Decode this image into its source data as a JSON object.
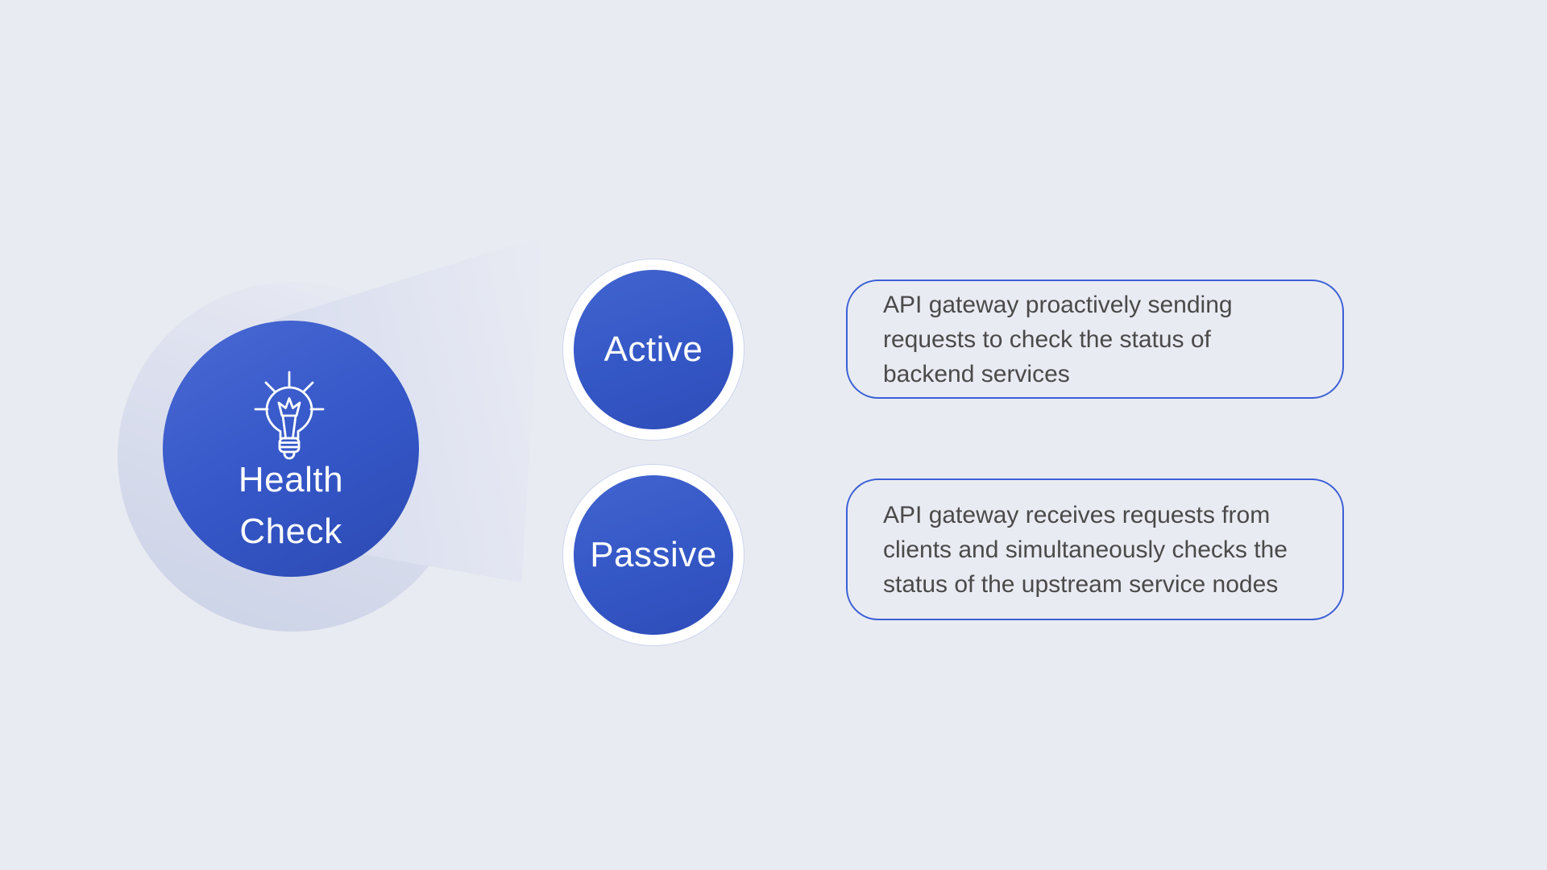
{
  "diagram_title": "Health Check",
  "colors": {
    "page_background": "#e9ebf2",
    "node_blue_start": "#4164cf",
    "node_blue_end": "#2e4cb8",
    "hub_blue_start": "#4a69d4",
    "hub_blue_end": "#2c4ab3",
    "box_border_blue": "#3a5fd7",
    "box_text_gray": "#4a4a4a",
    "halo_lavender": "#ccd3e7",
    "beam_lavender": "#d6dbee",
    "text_white": "#ffffff"
  },
  "hub": {
    "icon": "lightbulb-icon",
    "title_line1": "Health",
    "title_line2": "Check"
  },
  "branches": [
    {
      "label": "Active",
      "description_lines": [
        "API gateway proactively sending",
        "requests to check the status of",
        "backend services"
      ]
    },
    {
      "label": "Passive",
      "description_lines": [
        "API gateway receives requests from",
        "clients and simultaneously checks the",
        "status of the upstream service nodes"
      ]
    }
  ]
}
